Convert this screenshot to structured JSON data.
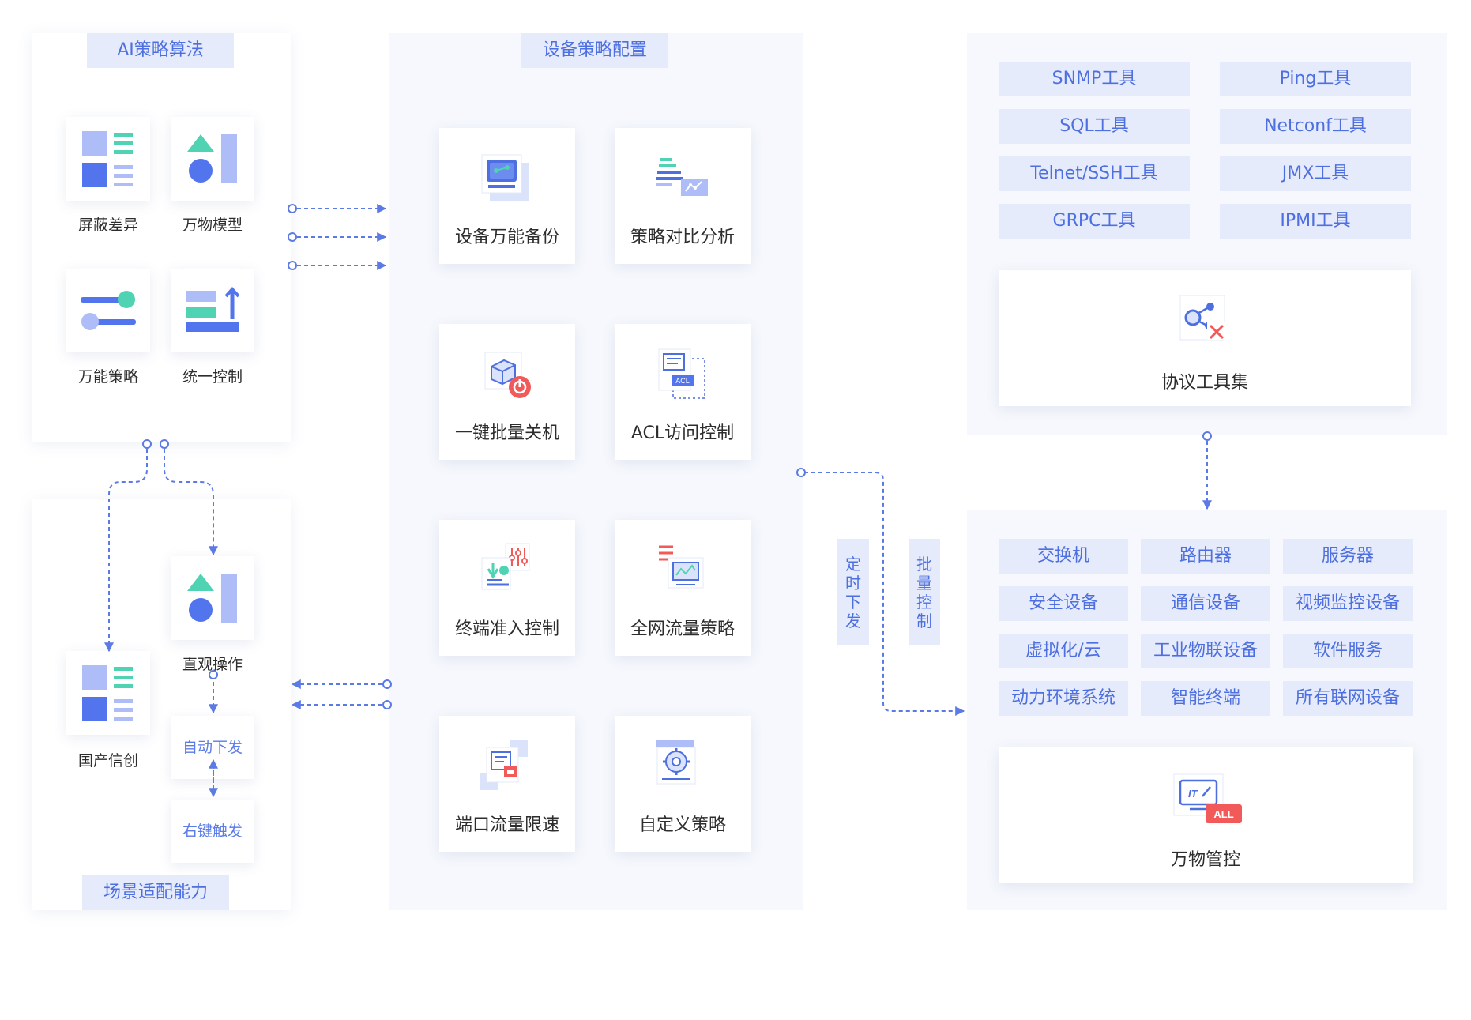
{
  "ai_panel": {
    "title": "AI策略算法",
    "items": [
      {
        "label": "屏蔽差异",
        "icon": "grid-list-icon"
      },
      {
        "label": "万物模型",
        "icon": "shapes-icon"
      },
      {
        "label": "万能策略",
        "icon": "sliders-icon"
      },
      {
        "label": "统一控制",
        "icon": "bars-arrow-icon"
      }
    ]
  },
  "scene_panel": {
    "title": "场景适配能力",
    "items": [
      {
        "label": "国产信创",
        "icon": "grid-list-icon"
      },
      {
        "label": "直观操作",
        "icon": "shapes-icon"
      }
    ],
    "buttons": [
      "自动下发",
      "右键触发"
    ]
  },
  "device_panel": {
    "title": "设备策略配置",
    "cards": [
      {
        "label": "设备万能备份",
        "icon": "monitor-backup-icon"
      },
      {
        "label": "策略对比分析",
        "icon": "compare-chart-icon"
      },
      {
        "label": "一键批量关机",
        "icon": "power-off-icon"
      },
      {
        "label": "ACL访问控制",
        "icon": "acl-document-icon"
      },
      {
        "label": "终端准入控制",
        "icon": "admission-control-icon"
      },
      {
        "label": "全网流量策略",
        "icon": "traffic-monitor-icon"
      },
      {
        "label": "端口流量限速",
        "icon": "port-limit-icon"
      },
      {
        "label": "自定义策略",
        "icon": "gear-custom-icon"
      }
    ]
  },
  "tools_panel": {
    "tools": [
      "SNMP工具",
      "Ping工具",
      "SQL工具",
      "Netconf工具",
      "Telnet/SSH工具",
      "JMX工具",
      "GRPC工具",
      "IPMI工具"
    ],
    "card_label": "协议工具集",
    "card_icon": "protocol-tools-icon"
  },
  "devices_panel": {
    "items": [
      "交换机",
      "路由器",
      "服务器",
      "安全设备",
      "通信设备",
      "视频监控设备",
      "虚拟化/云",
      "工业物联设备",
      "软件服务",
      "动力环境系统",
      "智能终端",
      "所有联网设备"
    ],
    "card_label": "万物管控",
    "card_icon": "it-all-icon",
    "badge_text": "ALL",
    "badge_monitor_text": "IT"
  },
  "connectors": {
    "timed_label": [
      "定",
      "时",
      "下",
      "发"
    ],
    "batch_label": [
      "批",
      "量",
      "控",
      "制"
    ]
  },
  "colors": {
    "accent": "#4d6fe0",
    "dash": "#5b7ae6",
    "tag_bg": "#e6ebfb",
    "green": "#4fd3b2",
    "blue": "#5275ee",
    "lavender": "#aebdf7",
    "red": "#f25a5a"
  }
}
